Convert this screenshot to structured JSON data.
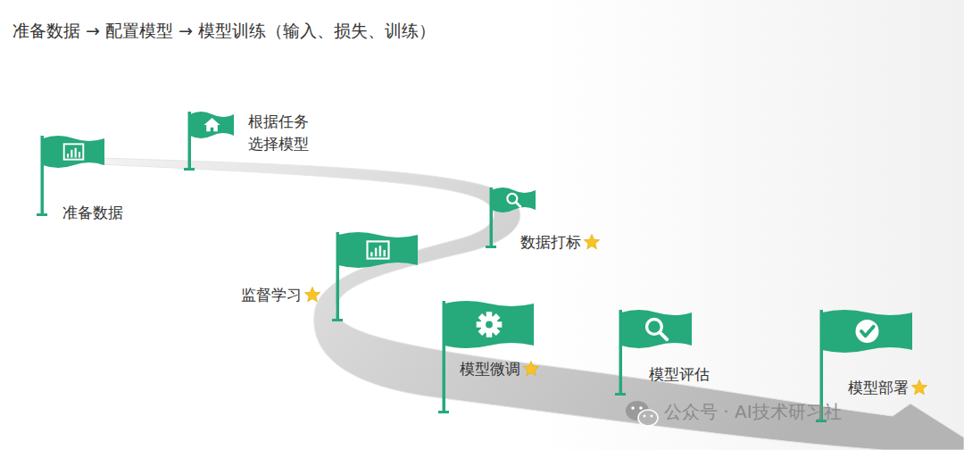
{
  "diagram": {
    "title": "准备数据 → 配置模型 → 模型训练（输入、损失、训练）",
    "nodes": [
      {
        "text": [
          "准备数据"
        ]
      },
      {
        "text": [
          "根据任务 选择模型"
        ]
      },
      {
        "text": [
          "数据打标"
        ]
      },
      {
        "text": [
          "监督学习"
        ]
      },
      {
        "text": [
          "模型微调"
        ]
      },
      {
        "text": [
          "模型评估"
        ]
      },
      {
        "text": [
          "模型部署"
        ]
      }
    ],
    "labels": [
      "公众号 · AI技术研习社"
    ]
  }
}
